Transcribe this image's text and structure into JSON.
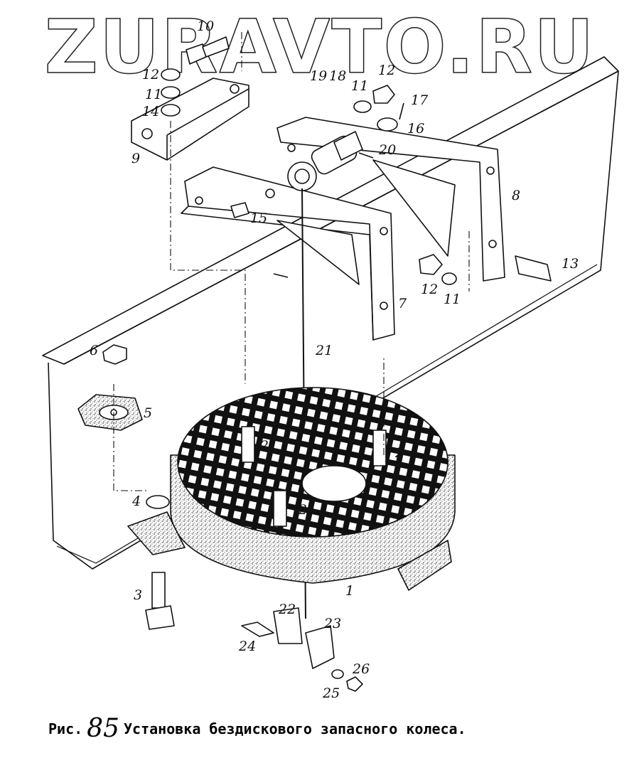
{
  "watermark": "ZURAVTO.RU",
  "caption": {
    "prefix": "Рис.",
    "number": "85",
    "title": "Установка бездискового запасного колеса."
  },
  "callouts": [
    "10",
    "12",
    "11",
    "14",
    "9",
    "19",
    "18",
    "11",
    "12",
    "17",
    "16",
    "20",
    "8",
    "15",
    "13",
    "12",
    "11",
    "7",
    "21",
    "6",
    "5",
    "2",
    "2",
    "4",
    "2",
    "3",
    "1",
    "22",
    "23",
    "24",
    "26",
    "25"
  ]
}
